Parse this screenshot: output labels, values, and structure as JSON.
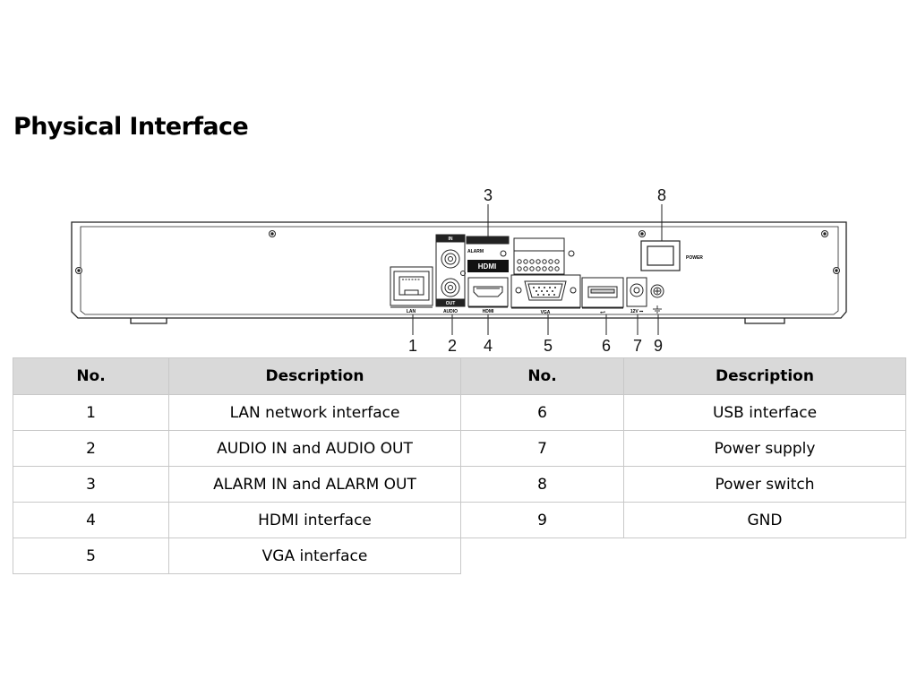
{
  "page": {
    "title": "Physical Interface"
  },
  "panel": {
    "callouts": [
      "1",
      "2",
      "3",
      "4",
      "5",
      "6",
      "7",
      "8",
      "9"
    ],
    "port_labels": {
      "lan": "LAN",
      "audio_in": "IN",
      "audio_out": "OUT",
      "audio": "AUDIO",
      "alarm": "ALARM",
      "hdmi_logo": "HDMI",
      "hdmi": "HDMI",
      "vga": "VGA",
      "usb_symbol": "⭠•",
      "dc": "12V ⎓",
      "power": "POWER"
    }
  },
  "table": {
    "headers": {
      "no": "No.",
      "description": "Description"
    },
    "left_rows": [
      {
        "no": "1",
        "description": "LAN network interface"
      },
      {
        "no": "2",
        "description": "AUDIO IN and AUDIO OUT"
      },
      {
        "no": "3",
        "description": "ALARM IN and ALARM OUT"
      },
      {
        "no": "4",
        "description": "HDMI interface"
      },
      {
        "no": "5",
        "description": "VGA interface"
      }
    ],
    "right_rows": [
      {
        "no": "6",
        "description": "USB interface"
      },
      {
        "no": "7",
        "description": "Power supply"
      },
      {
        "no": "8",
        "description": "Power switch"
      },
      {
        "no": "9",
        "description": "GND"
      }
    ]
  }
}
